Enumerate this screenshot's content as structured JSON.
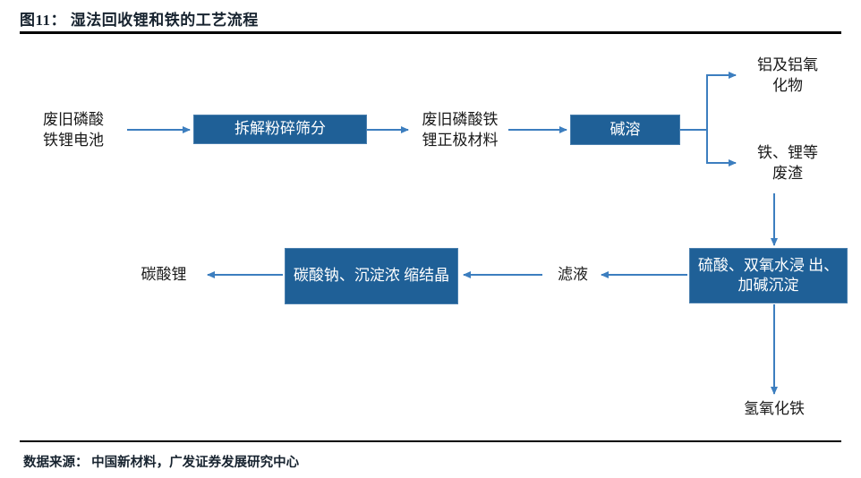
{
  "header": {
    "title": "图11： 湿法回收锂和铁的工艺流程"
  },
  "footer": {
    "source": "数据来源： 中国新材料，广发证券发展研究中心"
  },
  "colors": {
    "box_fill": "#1F6097",
    "box_border": "#4a7fae",
    "connector": "#3c7ebf",
    "text_dark": "#1a1a1a",
    "rule": "#000000"
  },
  "chart_data": {
    "type": "diagram",
    "title": "图11： 湿法回收锂和铁的工艺流程",
    "nodes": [
      {
        "id": "waste_battery",
        "label": "废旧磷酸\n铁锂电池",
        "style": "text"
      },
      {
        "id": "dismantle",
        "label": "拆解粉碎筛分",
        "style": "box"
      },
      {
        "id": "cathode_material",
        "label": "废旧磷酸铁\n锂正极材料",
        "style": "text"
      },
      {
        "id": "alkali_dissolve",
        "label": "碱溶",
        "style": "box"
      },
      {
        "id": "aluminum_oxide",
        "label": "铝及铝氧\n化物",
        "style": "text"
      },
      {
        "id": "iron_li_slag",
        "label": "铁、锂等\n废渣",
        "style": "text"
      },
      {
        "id": "acid_leach",
        "label": "硫酸、双氧水浸\n出、加碱沉淀",
        "style": "box"
      },
      {
        "id": "iron_hydroxide",
        "label": "氢氧化铁",
        "style": "text"
      },
      {
        "id": "filtrate",
        "label": "滤液",
        "style": "text"
      },
      {
        "id": "soda_crystal",
        "label": "碳酸钠、沉淀浓\n缩结晶",
        "style": "box"
      },
      {
        "id": "lithium_carbonate",
        "label": "碳酸锂",
        "style": "text"
      }
    ],
    "edges": [
      {
        "from": "waste_battery",
        "to": "dismantle"
      },
      {
        "from": "dismantle",
        "to": "cathode_material"
      },
      {
        "from": "cathode_material",
        "to": "alkali_dissolve"
      },
      {
        "from": "alkali_dissolve",
        "to": "aluminum_oxide"
      },
      {
        "from": "alkali_dissolve",
        "to": "iron_li_slag"
      },
      {
        "from": "iron_li_slag",
        "to": "acid_leach"
      },
      {
        "from": "acid_leach",
        "to": "iron_hydroxide"
      },
      {
        "from": "acid_leach",
        "to": "filtrate"
      },
      {
        "from": "filtrate",
        "to": "soda_crystal"
      },
      {
        "from": "soda_crystal",
        "to": "lithium_carbonate"
      }
    ]
  }
}
